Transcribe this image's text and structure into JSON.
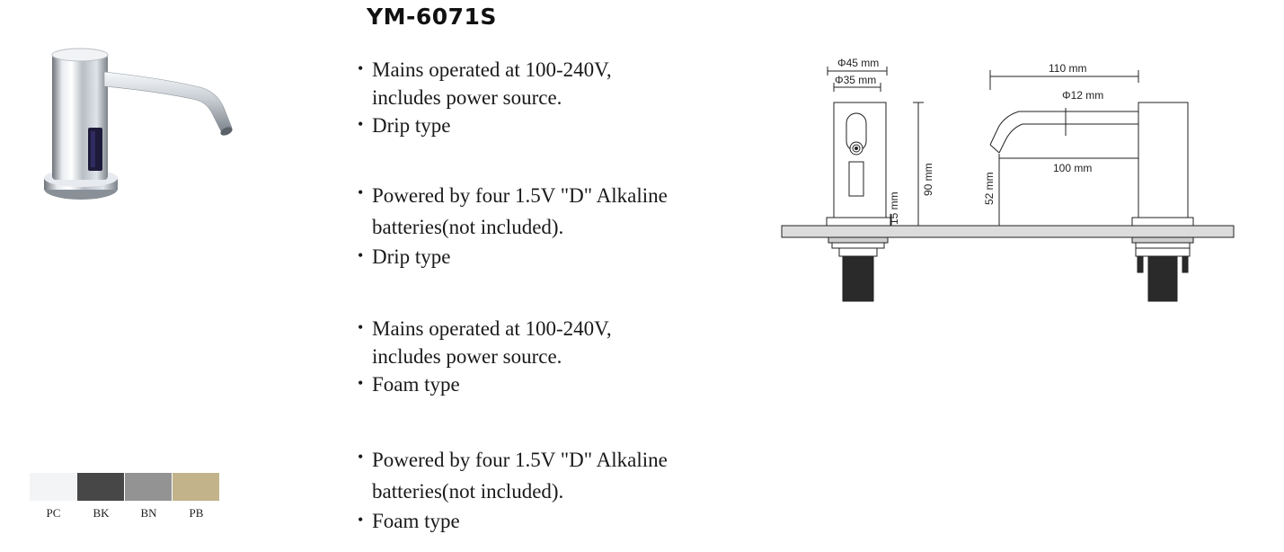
{
  "product": {
    "model": "YM-6071S"
  },
  "features": [
    {
      "lines": [
        "Mains operated at 100-240V,",
        "includes power source."
      ],
      "type": "Drip type"
    },
    {
      "lines": [
        "Powered by four 1.5V \"D\" Alkaline",
        "batteries(not included)."
      ],
      "type": "Drip type"
    },
    {
      "lines": [
        "Mains operated at 100-240V,",
        "includes power source."
      ],
      "type": "Foam type"
    },
    {
      "lines": [
        "Powered by four 1.5V \"D\" Alkaline",
        "batteries(not included)."
      ],
      "type": "Foam type"
    }
  ],
  "finishes": [
    {
      "code": "PC",
      "color": "#f3f4f5"
    },
    {
      "code": "BK",
      "color": "#474747"
    },
    {
      "code": "BN",
      "color": "#939393"
    },
    {
      "code": "PB",
      "color": "#c2b38b"
    }
  ],
  "dimensions": {
    "outer_diameter": "Φ45 mm",
    "inner_diameter": "Φ35 mm",
    "height": "90 mm",
    "base_height": "15 mm",
    "spout_reach": "110 mm",
    "nozzle_diameter": "Φ12 mm",
    "spout_length": "100 mm",
    "spout_height": "52 mm"
  }
}
